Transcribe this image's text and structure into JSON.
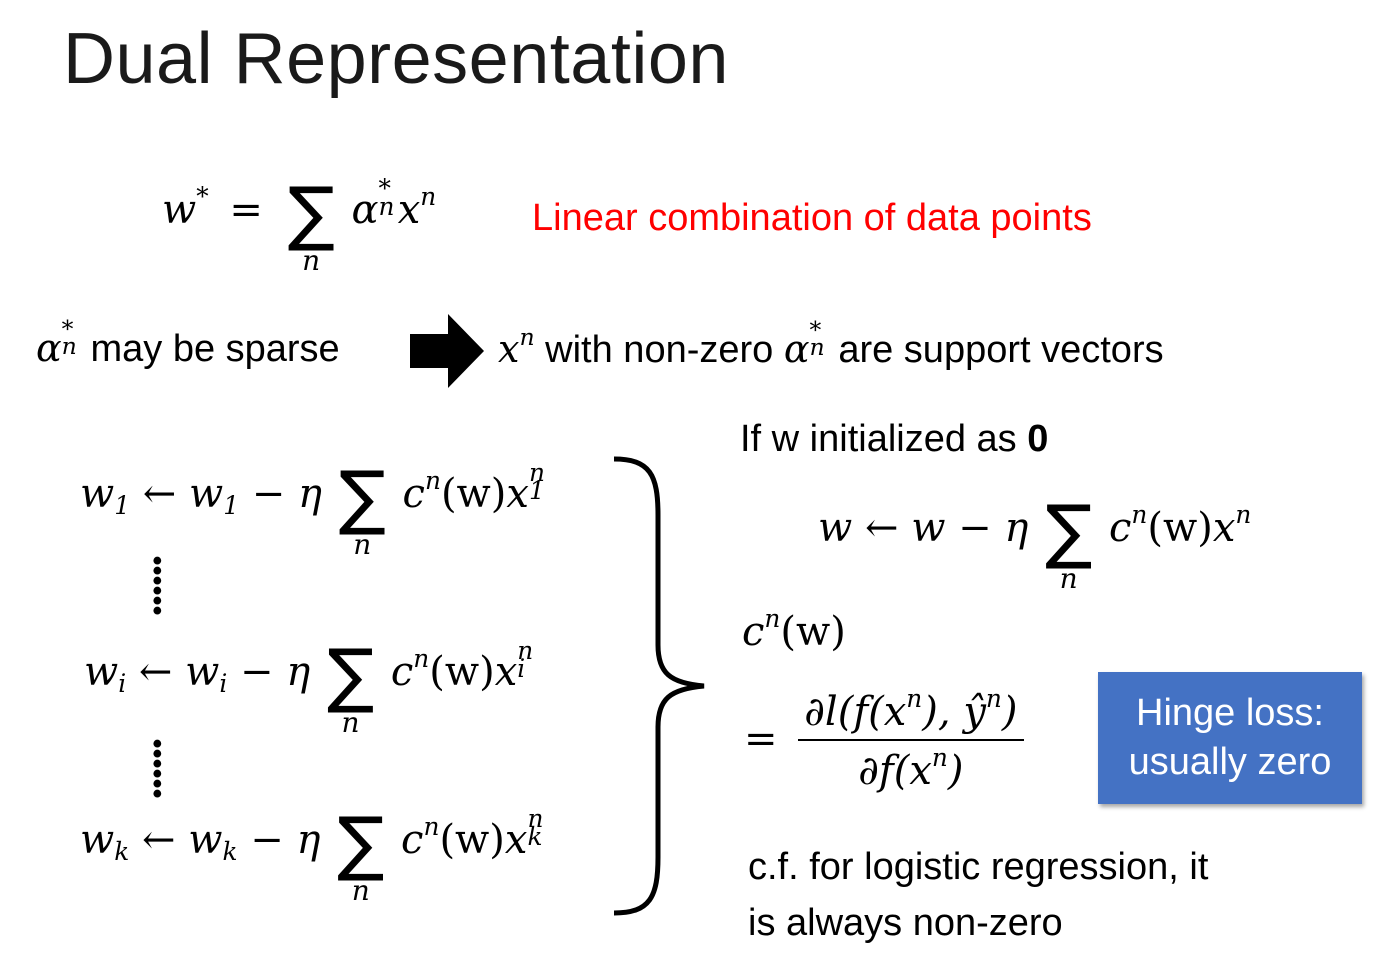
{
  "slide": {
    "title": "Dual Representation",
    "eq_main_lhs": "w",
    "eq_main_equals": "=",
    "eq_main_alpha": "α",
    "eq_main_x": "x",
    "sum_symbol": "∑",
    "index_n": "n",
    "star": "*",
    "note_red": "Linear combination of data points",
    "sparse_text": "may be sparse",
    "support_text_1": "with non-zero",
    "support_text_2": "are support vectors",
    "init_text": "If w initialized as",
    "init_bold": "0",
    "update_w1": {
      "w": "w",
      "sub": "1",
      "arrow": "←",
      "minus": "−",
      "eta": "η",
      "c": "c",
      "cw": "(w)",
      "x": "x"
    },
    "update_wi": {
      "sub": "i"
    },
    "update_wk": {
      "sub": "k"
    },
    "vector_update": {
      "w": "w",
      "arrow": "←",
      "minus": "−",
      "eta": "η",
      "cw": "(w)"
    },
    "cn_label": "(w)",
    "frac_num": "∂l(f(x",
    "frac_num_mid": "), ŷ",
    "frac_num_end": ")",
    "frac_den": "∂f(x",
    "frac_den_end": ")",
    "box_line1": "Hinge loss:",
    "box_line2": "usually zero",
    "cf_line1": "c.f. for logistic regression, it",
    "cf_line2": "is always non-zero"
  },
  "colors": {
    "highlight_red": "#ff0000",
    "box_blue": "#4472c4"
  },
  "icons": {
    "arrow": "right-block-arrow-icon",
    "brace": "right-curly-brace-icon"
  }
}
